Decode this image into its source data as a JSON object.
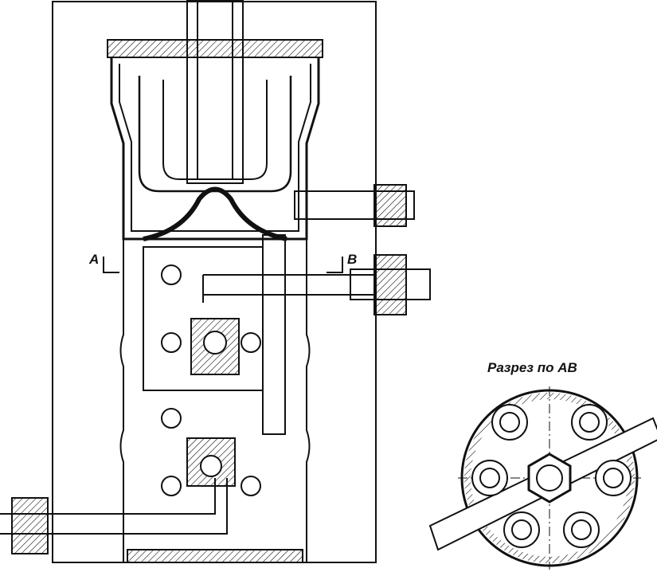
{
  "labels": {
    "section_a": "A",
    "section_b": "B",
    "section_title": "Разрез по АВ"
  },
  "colors": {
    "ink": "#111111",
    "paper": "#ffffff"
  }
}
